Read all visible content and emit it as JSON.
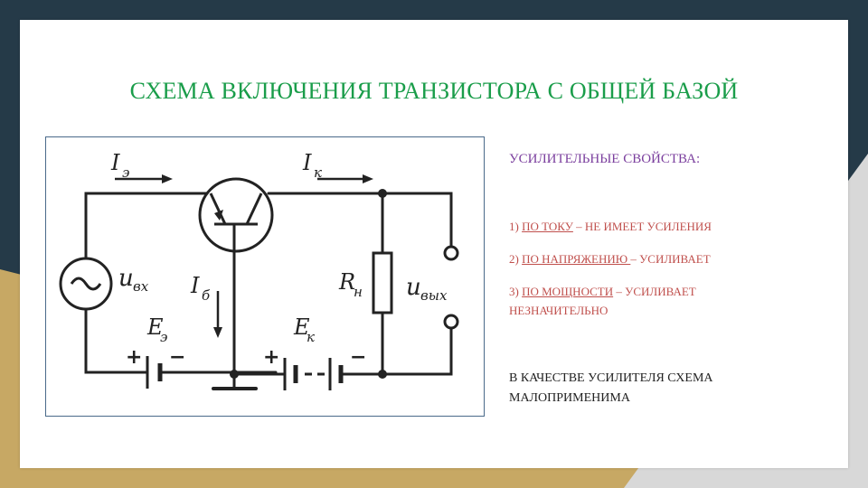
{
  "slide": {
    "title": "СХЕМА ВКЛЮЧЕНИЯ ТРАНЗИСТОРА С ОБЩЕЙ БАЗОЙ",
    "colors": {
      "title": "#1a9d4a",
      "heading": "#7b3f9e",
      "items": "#c0504d",
      "dark": "#253a48",
      "gold": "#c7a864",
      "grey": "#d8d8d8"
    }
  },
  "diagram": {
    "label_ie": "I",
    "label_ie_sub": "э",
    "label_ik": "I",
    "label_ik_sub": "к",
    "label_ib": "I",
    "label_ib_sub": "б",
    "label_uin": "u",
    "label_uin_sub": "вх",
    "label_uout": "u",
    "label_uout_sub": "вых",
    "label_rn": "R",
    "label_rn_sub": "н",
    "label_ee": "E",
    "label_ee_sub": "э",
    "label_ek": "E",
    "label_ek_sub": "к",
    "plus": "+",
    "minus": "−"
  },
  "side": {
    "heading": "УСИЛИТЕЛЬНЫЕ СВОЙСТВА",
    "heading_colon": ":",
    "item1_num": "1) ",
    "item1_link": "ПО ТОКУ",
    "item1_rest": " – НЕ ИМЕЕТ УСИЛЕНИЯ",
    "item2_num": "2) ",
    "item2_link": "ПО НАПРЯЖЕНИЮ ",
    "item2_rest": "– УСИЛИВАЕТ",
    "item3_num": "3) ",
    "item3_link": "ПО МОЩНОСТИ",
    "item3_rest": " – УСИЛИВАЕТ НЕЗНАЧИТЕЛЬНО",
    "note": "В КАЧЕСТВЕ УСИЛИТЕЛЯ СХЕМА МАЛОПРИМЕНИМА"
  }
}
